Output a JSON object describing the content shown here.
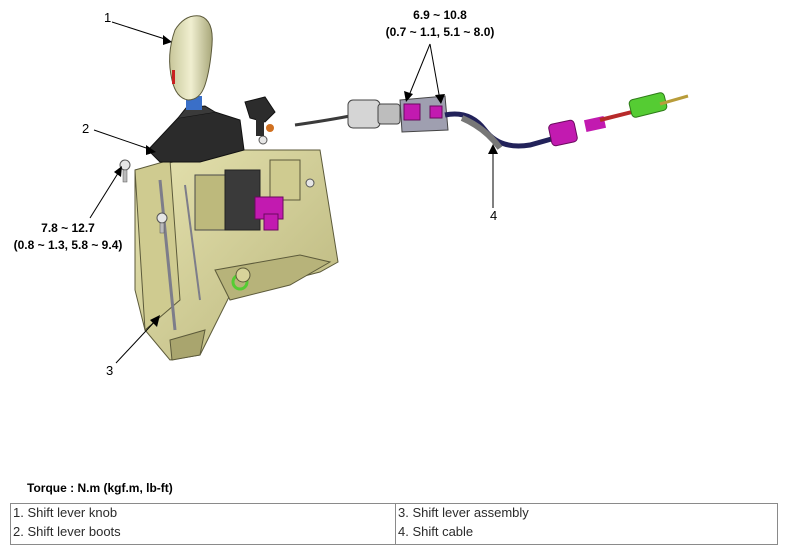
{
  "figure": {
    "callouts": [
      "1",
      "2",
      "3",
      "4"
    ],
    "torque_cable": {
      "line1": "6.9 ~ 10.8",
      "line2": "(0.7 ~ 1.1, 5.1 ~ 8.0)"
    },
    "torque_bolts": {
      "line1": "7.8 ~ 12.7",
      "line2": "(0.8 ~ 1.3, 5.8 ~ 9.4)"
    }
  },
  "torque_caption": "Torque : N.m (kgf.m, lb-ft)",
  "legend": {
    "left": [
      "1. Shift lever knob",
      "2. Shift lever boots"
    ],
    "right": [
      "3. Shift lever assembly",
      "4. Shift cable"
    ]
  },
  "colors": {
    "housing": "#d8d49a",
    "boot": "#2a2a2a",
    "cable": "#5a5a5a",
    "magenta": "#c21ab0",
    "green": "#55cc33"
  }
}
